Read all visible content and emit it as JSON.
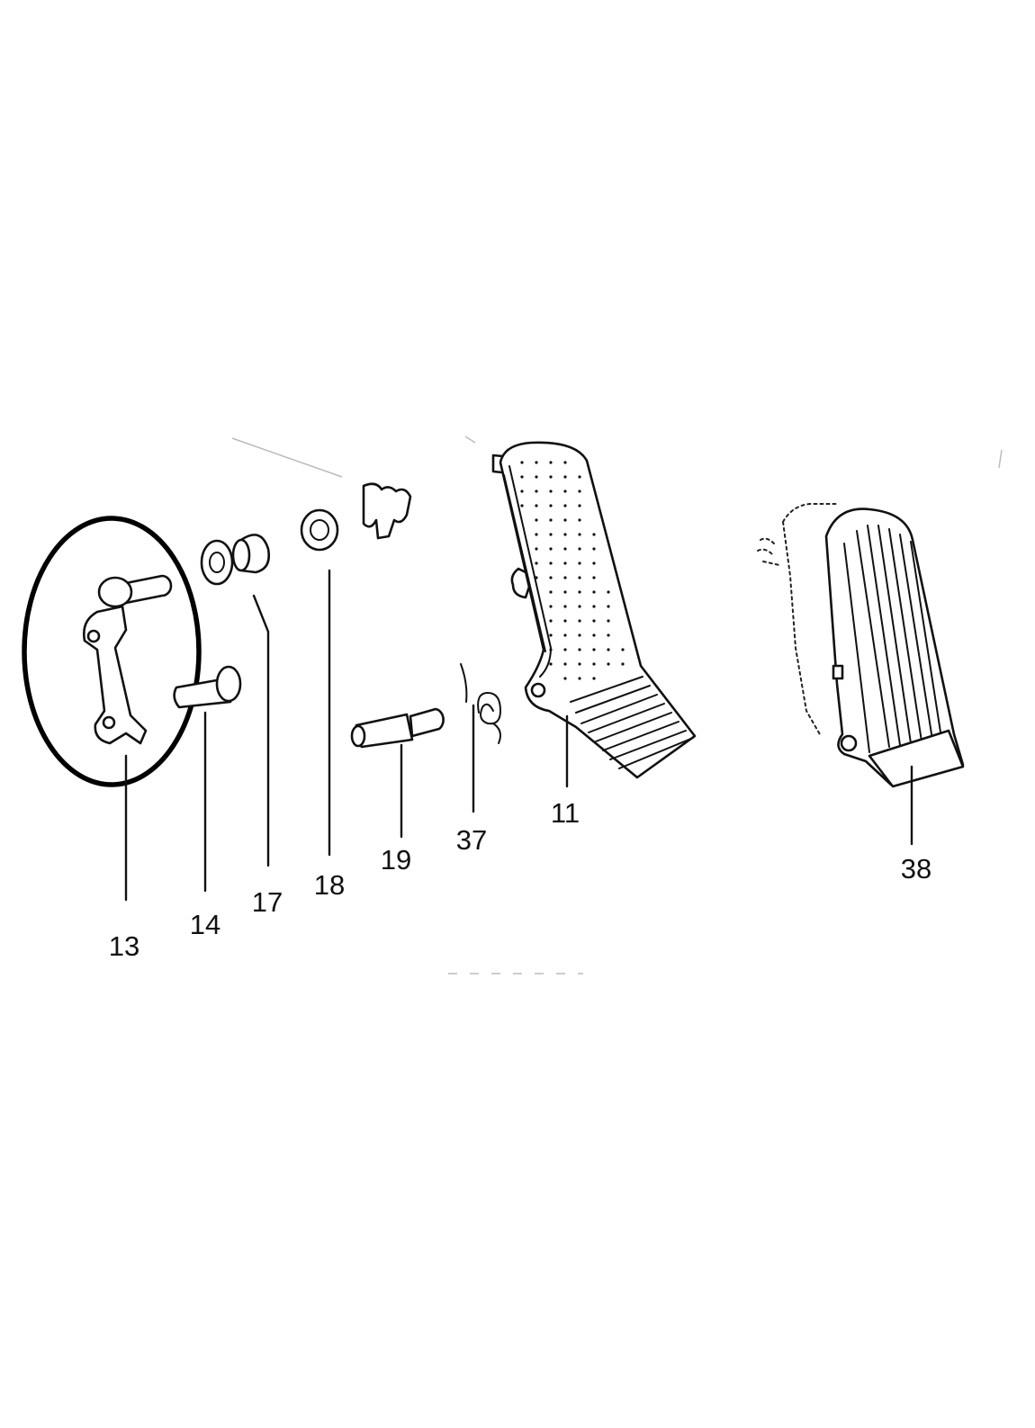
{
  "colors": {
    "line": "#111111",
    "background": "#ffffff"
  },
  "callouts": {
    "c13": "13",
    "c14": "14",
    "c17": "17",
    "c18": "18",
    "c19": "19",
    "c37": "37",
    "c11": "11",
    "c38": "38"
  },
  "highlighted_part": "13"
}
